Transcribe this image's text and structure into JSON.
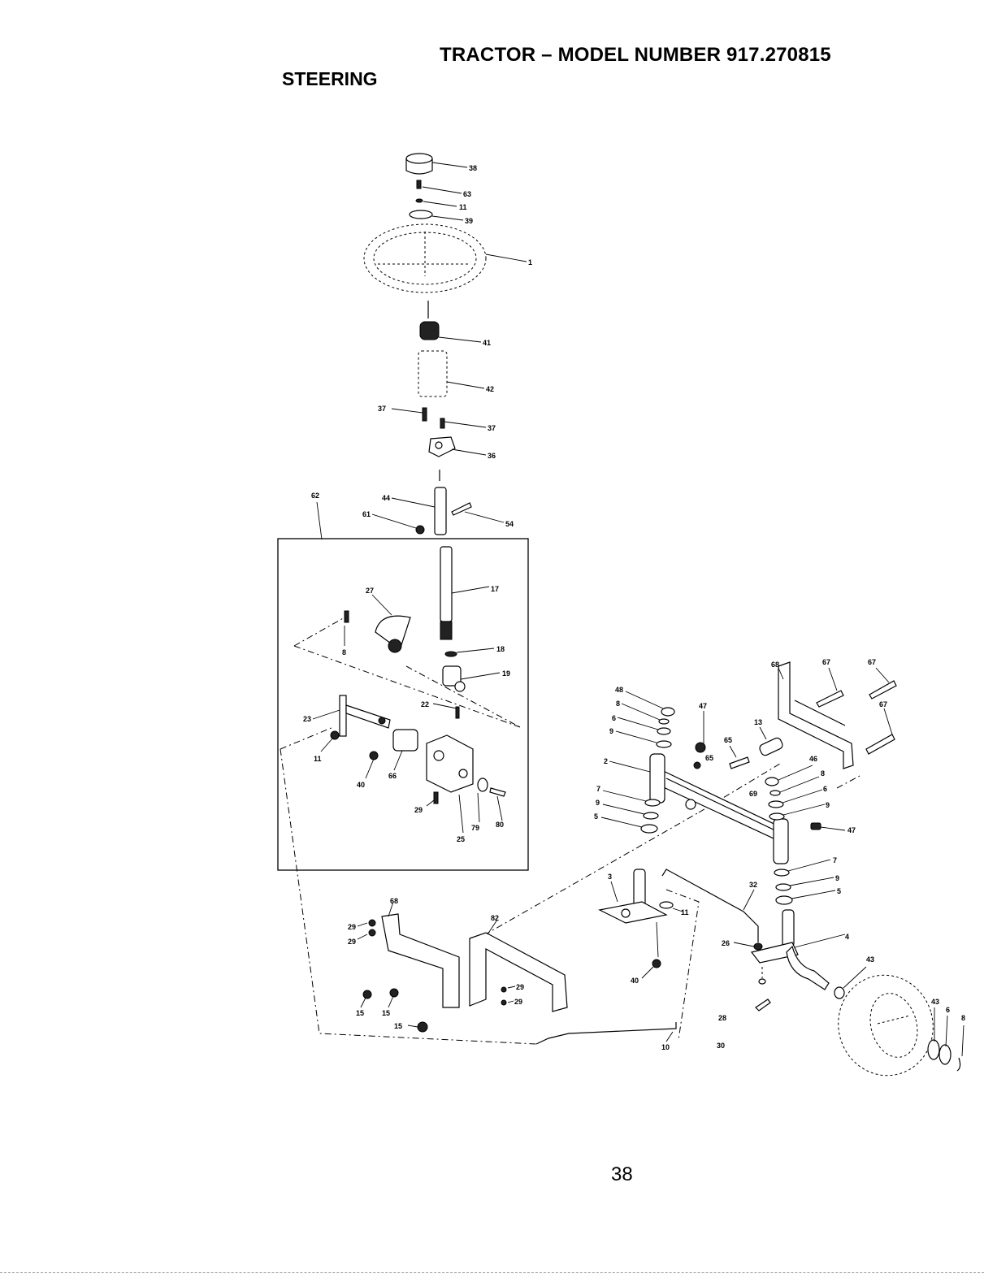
{
  "header": {
    "title": "TRACTOR – MODEL NUMBER 917.270815",
    "section": "STEERING"
  },
  "footer": {
    "page_number": "38"
  },
  "callouts": [
    "38",
    "63",
    "11",
    "39",
    "1",
    "41",
    "42",
    "37",
    "37",
    "36",
    "62",
    "44",
    "61",
    "54",
    "17",
    "27",
    "8",
    "18",
    "19",
    "22",
    "23",
    "11",
    "40",
    "66",
    "29",
    "79",
    "80",
    "25",
    "48",
    "8",
    "6",
    "9",
    "47",
    "65",
    "13",
    "65",
    "2",
    "7",
    "9",
    "5",
    "68",
    "67",
    "67",
    "67",
    "46",
    "8",
    "6",
    "69",
    "9",
    "47",
    "3",
    "32",
    "7",
    "9",
    "5",
    "11",
    "40",
    "26",
    "4",
    "43",
    "28",
    "30",
    "10",
    "68",
    "29",
    "29",
    "82",
    "29",
    "29",
    "15",
    "15",
    "15",
    "43",
    "6",
    "8"
  ]
}
